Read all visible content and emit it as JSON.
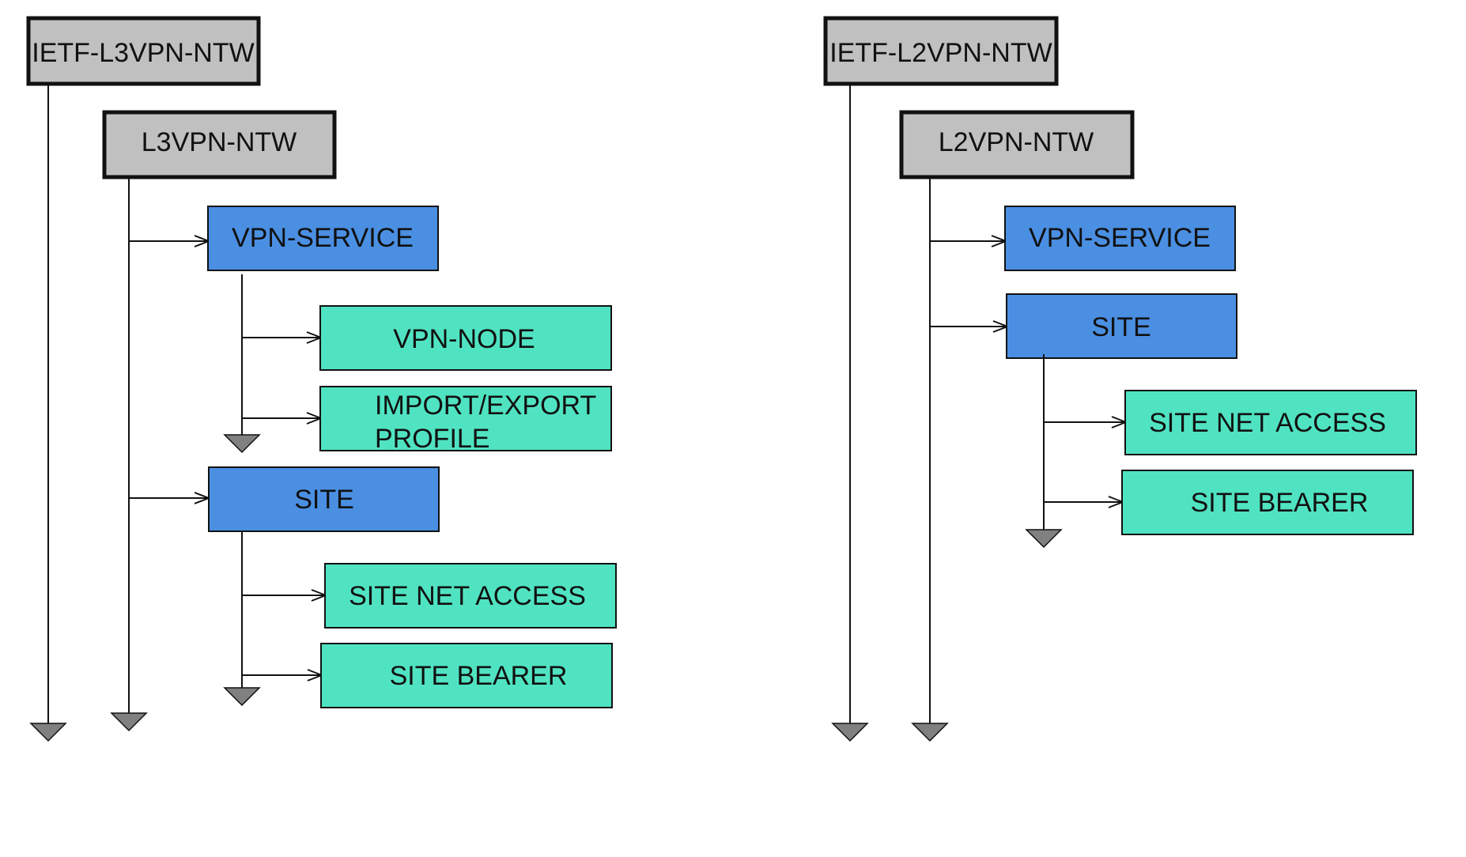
{
  "colors": {
    "module": "#c0c0c0",
    "container": "#4a8fe2",
    "list": "#50e3c2",
    "line": "#111111",
    "terminator": "#808080"
  },
  "l3": {
    "module": "IETF-L3VPN-NTW",
    "root": "L3VPN-NTW",
    "vpn_service": "VPN-SERVICE",
    "vpn_node": "VPN-NODE",
    "import_export_line1": "IMPORT/EXPORT",
    "import_export_line2": "PROFILE",
    "site": "SITE",
    "site_net_access": "SITE NET ACCESS",
    "site_bearer": "SITE BEARER"
  },
  "l2": {
    "module": "IETF-L2VPN-NTW",
    "root": "L2VPN-NTW",
    "vpn_service": "VPN-SERVICE",
    "site": "SITE",
    "site_net_access": "SITE NET ACCESS",
    "site_bearer": "SITE BEARER"
  }
}
